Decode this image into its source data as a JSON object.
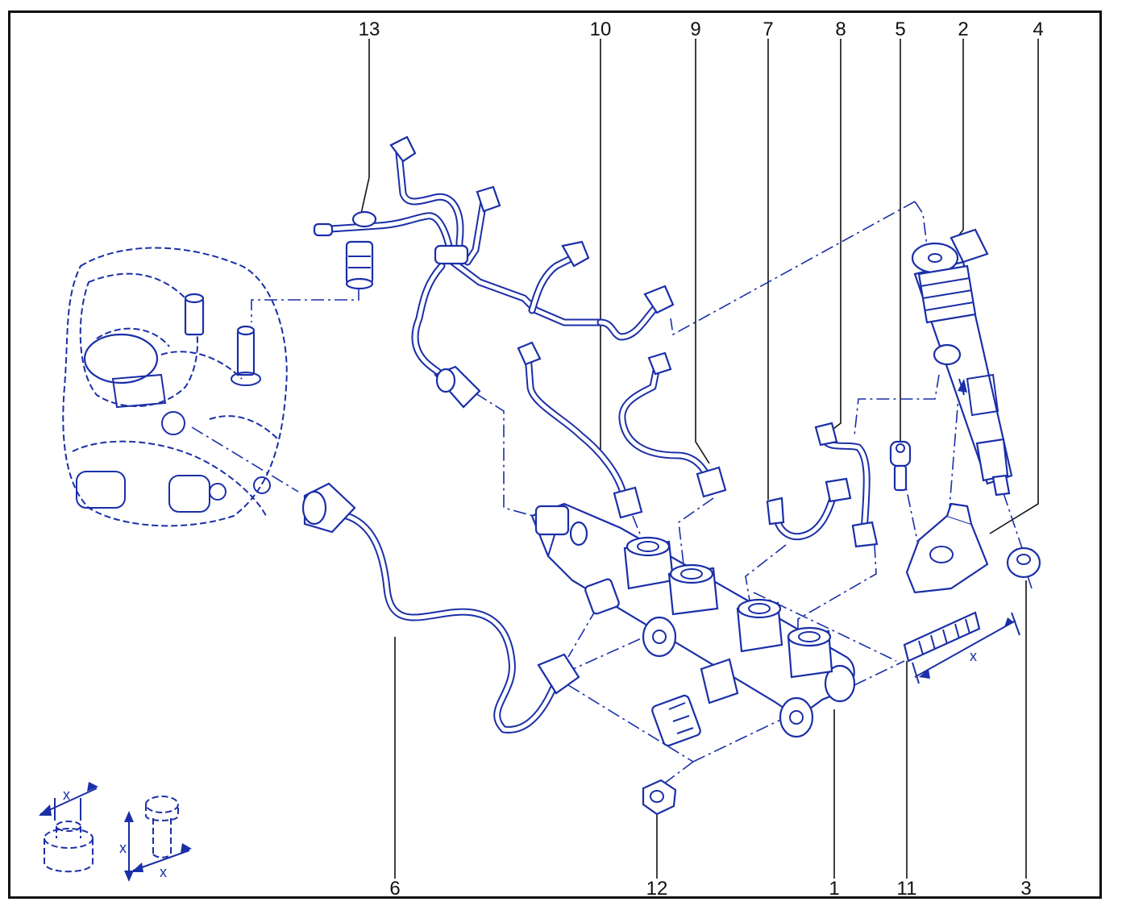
{
  "diagram": {
    "callouts": [
      {
        "id": "c13",
        "label": "13"
      },
      {
        "id": "c10",
        "label": "10"
      },
      {
        "id": "c9",
        "label": "9"
      },
      {
        "id": "c7",
        "label": "7"
      },
      {
        "id": "c8",
        "label": "8"
      },
      {
        "id": "c5",
        "label": "5"
      },
      {
        "id": "c2",
        "label": "2"
      },
      {
        "id": "c4",
        "label": "4"
      },
      {
        "id": "c6",
        "label": "6"
      },
      {
        "id": "c12",
        "label": "12"
      },
      {
        "id": "c1",
        "label": "1"
      },
      {
        "id": "c11",
        "label": "11"
      },
      {
        "id": "c3",
        "label": "3"
      }
    ],
    "dimension_label": "x",
    "colors": {
      "line": "#1a2fa8",
      "leader": "#111111",
      "frame": "#111111"
    }
  }
}
